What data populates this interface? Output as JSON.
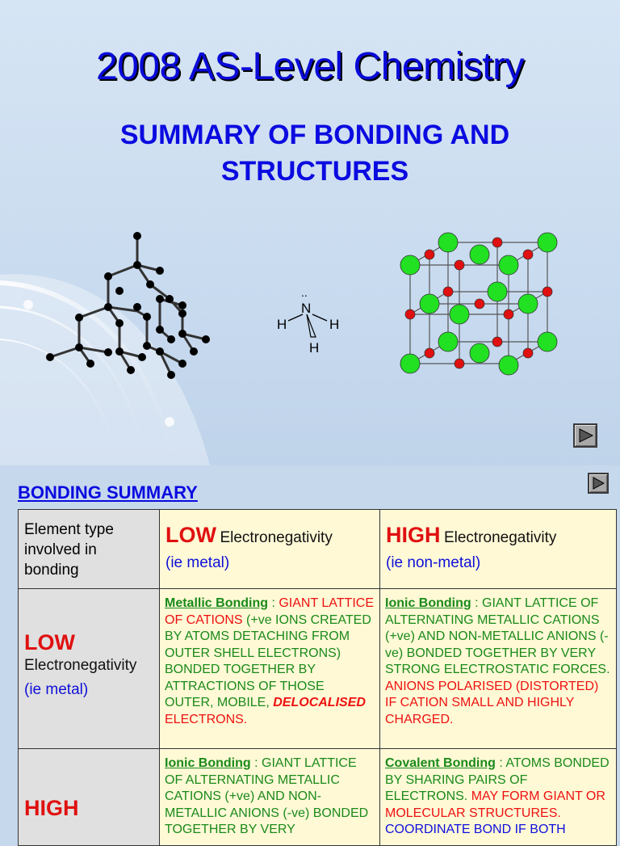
{
  "slide1": {
    "title": "2008 AS-Level Chemistry",
    "subtitle": "SUMMARY OF BONDING AND STRUCTURES",
    "molecule": {
      "center": "N",
      "lone_pair": "..",
      "h1": "H",
      "h2": "H",
      "h3": "H"
    }
  },
  "slide2": {
    "heading": "BONDING SUMMARY",
    "header_row": {
      "label": "Element type involved in bonding",
      "low": "LOW",
      "low_en": "Electronegativity",
      "low_ie": "(ie metal)",
      "high": "HIGH",
      "high_en": "Electronegativity",
      "high_ie": "(ie non-metal)"
    },
    "row_low": {
      "label": "LOW",
      "en": "Electronegativity",
      "ie": "(ie metal)",
      "metallic_title": "Metallic Bonding",
      "metallic_sep": " : ",
      "metallic_t1": "GIANT LATTICE OF CATIONS",
      "metallic_t2": " (+ve IONS CREATED BY ATOMS DETACHING FROM OUTER SHELL ELECTRONS) BONDED TOGETHER BY ATTRACTIONS OF THOSE OUTER, MOBILE, ",
      "metallic_t3": "DELOCALISED",
      "metallic_t4": " ELECTRONS.",
      "ionic_title": "Ionic Bonding",
      "ionic_sep": " : ",
      "ionic_t1": "GIANT LATTICE OF ALTERNATING METALLIC CATIONS (+ve) AND NON-METALLIC ANIONS (-ve) BONDED TOGETHER BY VERY STRONG ELECTROSTATIC FORCES. ",
      "ionic_t2": "ANIONS POLARISED (DISTORTED) IF CATION SMALL AND HIGHLY CHARGED."
    },
    "row_high": {
      "label": "HIGH",
      "ionic_title": "Ionic Bonding",
      "ionic_sep": " : ",
      "ionic_t1": "GIANT LATTICE OF ALTERNATING METALLIC CATIONS (+ve) AND NON-METALLIC ANIONS (-ve) BONDED TOGETHER BY VERY",
      "covalent_title": "Covalent Bonding",
      "covalent_sep": " : ",
      "covalent_t1": "ATOMS BONDED BY SHARING PAIRS OF ELECTRONS. ",
      "covalent_t2": "MAY FORM GIANT OR MOLECULAR STRUCTURES. ",
      "covalent_t3": "COORDINATE BOND IF BOTH"
    }
  },
  "colors": {
    "title_blue": "#0a0ad8",
    "red": "#ee1111",
    "green": "#1a8a1a",
    "cell_yellow": "#fff9d6",
    "cell_grey": "#e0e0e0"
  }
}
